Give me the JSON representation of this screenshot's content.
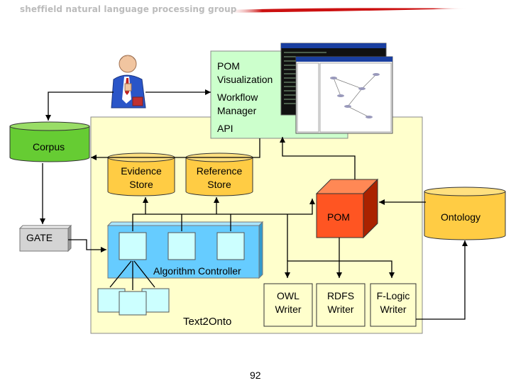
{
  "header": {
    "group_name": "sheffield natural language processing group"
  },
  "boxes": {
    "pom_visualization": "POM Visualization",
    "workflow_manager": "Workflow Manager",
    "api": "API",
    "corpus": "Corpus",
    "evidence_store": "Evidence Store",
    "reference_store": "Reference Store",
    "pom": "POM",
    "ontology": "Ontology",
    "gate": "GATE",
    "algorithm_controller": "Algorithm Controller",
    "owl_writer": "OWL Writer",
    "rdfs_writer": "RDFS Writer",
    "flogic_writer": "F-Logic Writer",
    "text2onto": "Text2Onto"
  },
  "footer": {
    "page_number": "92"
  },
  "colors": {
    "header_red": "#cc1111",
    "main_panel": "#ffffcc",
    "top_panel": "#ccffcc",
    "corpus_green": "#66cc33",
    "store_orange": "#ffcc44",
    "pom_orange": "#ff5522",
    "controller_blue": "#66ccff",
    "module_cyan": "#ccffff",
    "gate_gray": "#d4d4d4"
  }
}
